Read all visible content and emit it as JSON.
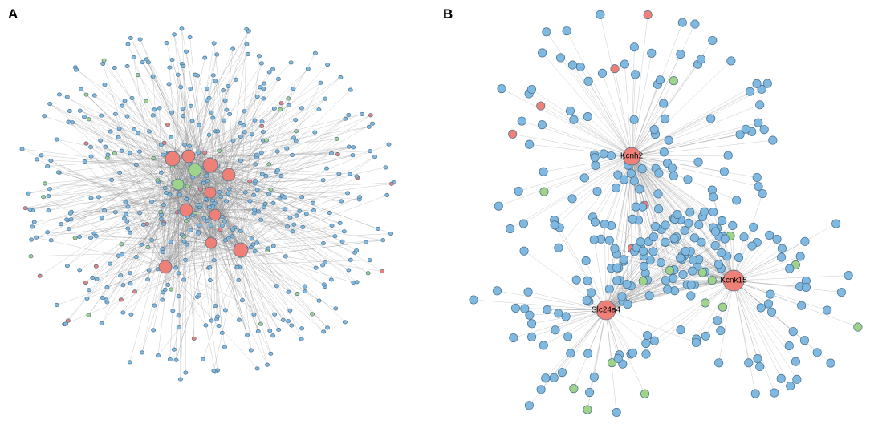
{
  "panels": [
    {
      "letter": "A",
      "hubs": [],
      "colors": {
        "mirna": "#7fb9e2",
        "target": "#ef8078",
        "other": "#9fd38a",
        "edge": "#8c8c8c"
      }
    },
    {
      "letter": "B",
      "hubs": [
        {
          "label": "Kcnh2"
        },
        {
          "label": "Kcnk15"
        },
        {
          "label": "Slc24a4"
        }
      ],
      "colors": {
        "mirna": "#7fb9e2",
        "target": "#ef8078",
        "other": "#9fd38a",
        "edge": "#8c8c8c"
      }
    }
  ]
}
